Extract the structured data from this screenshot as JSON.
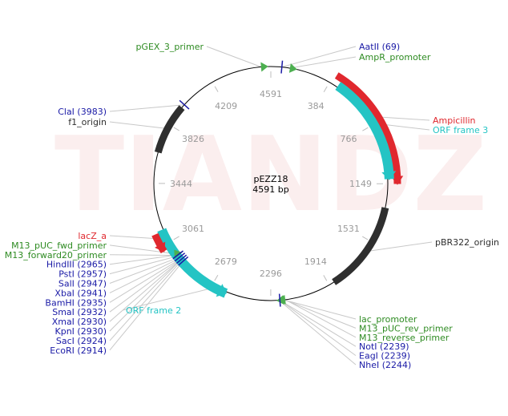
{
  "plasmid": {
    "name": "pEZZ18",
    "size_label": "4591 bp",
    "length": 4591
  },
  "watermark": "TIANDZ",
  "ticks": [
    {
      "text": "4591",
      "pos": 0
    },
    {
      "text": "384",
      "pos": 384
    },
    {
      "text": "766",
      "pos": 766
    },
    {
      "text": "1149",
      "pos": 1149
    },
    {
      "text": "1531",
      "pos": 1531
    },
    {
      "text": "1914",
      "pos": 1914
    },
    {
      "text": "2296",
      "pos": 2296
    },
    {
      "text": "2679",
      "pos": 2679
    },
    {
      "text": "3061",
      "pos": 3061
    },
    {
      "text": "3444",
      "pos": 3444
    },
    {
      "text": "3826",
      "pos": 3826
    },
    {
      "text": "4209",
      "pos": 4209
    }
  ],
  "colors": {
    "backbone": "#000000",
    "tick_text": "#9a9a9a",
    "enzyme": "#1a1aa6",
    "promoter": "#2e8b22",
    "gene": "#e0282e",
    "orf": "#24c4c4",
    "origin": "#2f2f2f",
    "arrow_green": "#4caf50",
    "guide": "#c8c8c8"
  },
  "features": [
    {
      "name": "ampicillin",
      "type": "gene",
      "start": 400,
      "end": 1150,
      "dir": 1
    },
    {
      "name": "orf-frame-3",
      "type": "orf",
      "start": 440,
      "end": 1120,
      "dir": 1
    },
    {
      "name": "pbr322-origin",
      "type": "origin",
      "start": 1300,
      "end": 1880,
      "dir": 0
    },
    {
      "name": "orf-frame-2",
      "type": "orf",
      "start": 2580,
      "end": 3150,
      "dir": -1
    },
    {
      "name": "lacz-a",
      "type": "gene",
      "start": 3030,
      "end": 3140,
      "dir": -1
    },
    {
      "name": "f1-origin",
      "type": "origin",
      "start": 3640,
      "end": 3960,
      "dir": 0
    }
  ],
  "markers": [
    {
      "name": "aatii-site",
      "type": "enzyme",
      "pos": 69
    },
    {
      "name": "ampr-promoter-arrow",
      "type": "promoter",
      "pos": 120
    },
    {
      "name": "pgex3-primer-arrow",
      "type": "promoter",
      "pos": 4530
    },
    {
      "name": "clai-site",
      "type": "enzyme",
      "pos": 3983
    },
    {
      "name": "lac-promoter-arrow",
      "type": "promoter",
      "pos": 2215
    },
    {
      "name": "m13-rev-primer-arrow",
      "type": "promoter",
      "pos": 2205
    },
    {
      "name": "noti-site",
      "type": "enzyme",
      "pos": 2239
    },
    {
      "name": "m13-fwd-primer-arrow",
      "type": "promoter",
      "pos": 2960
    },
    {
      "name": "mcs-site-1",
      "type": "enzyme",
      "pos": 2914
    },
    {
      "name": "mcs-site-2",
      "type": "enzyme",
      "pos": 2930
    },
    {
      "name": "mcs-site-3",
      "type": "enzyme",
      "pos": 2947
    },
    {
      "name": "mcs-site-4",
      "type": "enzyme",
      "pos": 2965
    }
  ],
  "labels_top_right": [
    {
      "name": "label-aatii",
      "text": "AatII (69)",
      "type": "enzyme",
      "target": 69
    },
    {
      "name": "label-ampr-promoter",
      "text": "AmpR_promoter",
      "type": "promoter",
      "target": 120
    }
  ],
  "labels_top_left": [
    {
      "name": "label-pgex3-primer",
      "text": "pGEX_3_primer",
      "type": "promoter",
      "target": 4530
    }
  ],
  "labels_left_upper": [
    {
      "name": "label-clai",
      "text": "ClaI (3983)",
      "type": "enzyme",
      "target": 3983
    },
    {
      "name": "label-f1-origin",
      "text": "f1_origin",
      "type": "origin",
      "target": 3800
    }
  ],
  "labels_right_mid": [
    {
      "name": "label-ampicillin",
      "text": "Ampicillin",
      "type": "gene",
      "target": 700
    },
    {
      "name": "label-orf-frame-3",
      "text": "ORF frame 3",
      "type": "orf",
      "target": 750
    }
  ],
  "labels_right_lower": [
    {
      "name": "label-pbr322-origin",
      "text": "pBR322_origin",
      "type": "origin",
      "target": 1600
    }
  ],
  "labels_left_lower": [
    {
      "name": "label-lacz-a",
      "text": "lacZ_a",
      "type": "gene",
      "target": 3080
    },
    {
      "name": "label-m13-puc-fwd-primer",
      "text": "M13_pUC_fwd_primer",
      "type": "promoter",
      "target": 2970
    },
    {
      "name": "label-m13-forward20-primer",
      "text": "M13_forward20_primer",
      "type": "promoter",
      "target": 2960
    },
    {
      "name": "label-hindiii",
      "text": "HindIII (2965)",
      "type": "enzyme",
      "target": 2965
    },
    {
      "name": "label-psti",
      "text": "PstI (2957)",
      "type": "enzyme",
      "target": 2957
    },
    {
      "name": "label-sali",
      "text": "SalI (2947)",
      "type": "enzyme",
      "target": 2947
    },
    {
      "name": "label-xbai",
      "text": "XbaI (2941)",
      "type": "enzyme",
      "target": 2941
    },
    {
      "name": "label-bamhi",
      "text": "BamHI (2935)",
      "type": "enzyme",
      "target": 2935
    },
    {
      "name": "label-smai",
      "text": "SmaI (2932)",
      "type": "enzyme",
      "target": 2932
    },
    {
      "name": "label-xmai",
      "text": "XmaI (2930)",
      "type": "enzyme",
      "target": 2930
    },
    {
      "name": "label-kpni",
      "text": "KpnI (2930)",
      "type": "enzyme",
      "target": 2930
    },
    {
      "name": "label-saci",
      "text": "SacI (2924)",
      "type": "enzyme",
      "target": 2924
    },
    {
      "name": "label-ecori",
      "text": "EcoRI (2914)",
      "type": "enzyme",
      "target": 2914
    }
  ],
  "labels_left_mid": [
    {
      "name": "label-orf-frame-2",
      "text": "ORF frame 2",
      "type": "orf",
      "target": 2650
    }
  ],
  "labels_bottom_right": [
    {
      "name": "label-lac-promoter",
      "text": "lac_promoter",
      "type": "promoter",
      "target": 2215
    },
    {
      "name": "label-m13-puc-rev-primer",
      "text": "M13_pUC_rev_primer",
      "type": "promoter",
      "target": 2210
    },
    {
      "name": "label-m13-reverse-primer",
      "text": "M13_reverse_primer",
      "type": "promoter",
      "target": 2205
    },
    {
      "name": "label-noti",
      "text": "NotI (2239)",
      "type": "enzyme",
      "target": 2239
    },
    {
      "name": "label-eagi",
      "text": "EagI (2239)",
      "type": "enzyme",
      "target": 2239
    },
    {
      "name": "label-nhei",
      "text": "NheI (2244)",
      "type": "enzyme",
      "target": 2244
    }
  ]
}
